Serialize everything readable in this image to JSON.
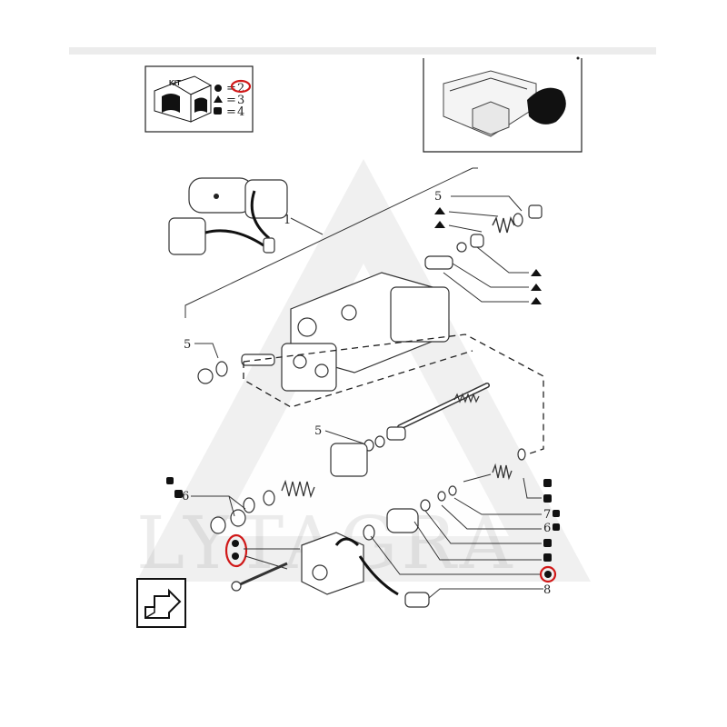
{
  "kit_legend": {
    "kit_title": "KIT",
    "rows": [
      {
        "symbol": "circle-icon",
        "equals": "=",
        "value": "2",
        "highlighted": true
      },
      {
        "symbol": "triangle-icon",
        "equals": "=",
        "value": "3",
        "highlighted": false
      },
      {
        "symbol": "square-icon",
        "equals": "=",
        "value": "4",
        "highlighted": false
      }
    ]
  },
  "watermark": {
    "text": "LYTAGRA"
  },
  "callouts": {
    "c1": "1",
    "c5a": "5",
    "c5b": "5",
    "c5c": "5",
    "c6a": "6",
    "c6b": "6",
    "c7": "7",
    "c8": "8"
  },
  "colors": {
    "highlight": "#d01818",
    "ink": "#222222"
  }
}
